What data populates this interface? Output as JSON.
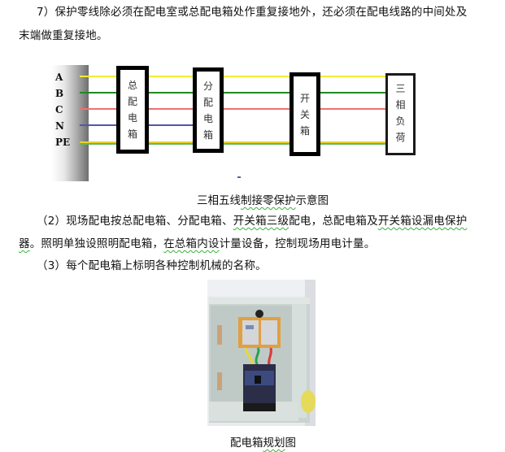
{
  "paragraphs": {
    "p7_line1": "7）保护零线除必须在配电室或总配电箱处作重复接地外，还必须在配电线路的中间处及",
    "p7_line2": "末端做重复接地。",
    "p2_line1_a": "（2）现场配电按总配电箱、分配电箱、",
    "p2_line1_b": "开关箱三级",
    "p2_line1_c": "配电，总配",
    "p2_line1_d": "电箱及",
    "p2_line1_e": "开关箱设漏电保护",
    "p2_line2_a": "器",
    "p2_line2_b": "。照明单独设照明配电箱，",
    "p2_line2_c": "在总箱内设",
    "p2_line2_d": "计量设备，控制现场用电计量。",
    "p3_line1": "（3）每个配电箱上标明各种控制机械的名称。"
  },
  "diagram": {
    "caption_a": "三相五线",
    "caption_b": "制接零保护",
    "caption_c": "示意图",
    "phases": [
      "A",
      "B",
      "C",
      "N",
      "PE"
    ],
    "wire_colors": {
      "A": "#f2ea3a",
      "B": "#1f8a1f",
      "C": "#f07070",
      "N": "#5555aa",
      "PE_yellow": "#e8d02c",
      "PE_green": "#5fb85f"
    },
    "boxes": [
      {
        "label_chars": [
          "总",
          "配",
          "电",
          "箱"
        ]
      },
      {
        "label_chars": [
          "分",
          "配",
          "电",
          "箱"
        ]
      },
      {
        "label_chars": [
          "开",
          "关",
          "箱"
        ]
      },
      {
        "label_chars": [
          "三",
          "相",
          "负",
          "荷"
        ]
      }
    ]
  },
  "photo": {
    "caption_a": "配电箱",
    "caption_b": "规划",
    "caption_c": "图"
  }
}
